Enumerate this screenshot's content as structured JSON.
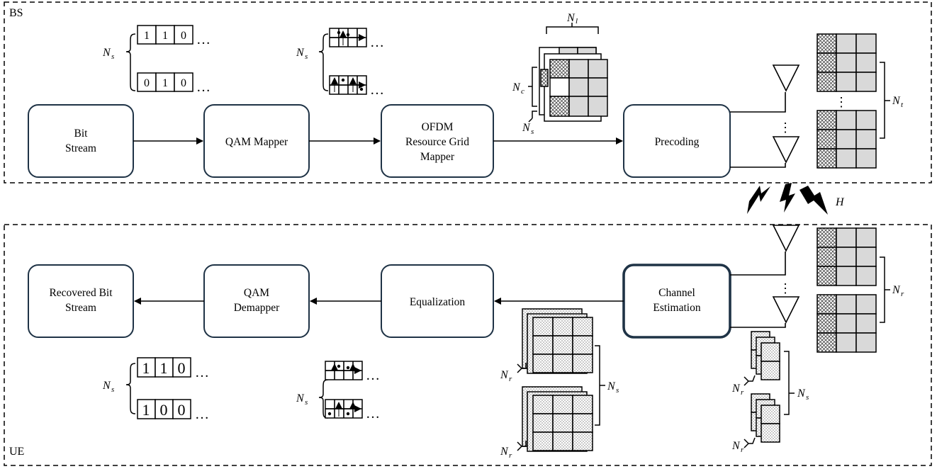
{
  "sections": {
    "bs_label": "BS",
    "ue_label": "UE"
  },
  "blocks": {
    "bit_stream": [
      "Bit",
      "Stream"
    ],
    "qam_mapper": [
      "QAM Mapper"
    ],
    "ofdm_mapper": [
      "OFDM",
      "Resource Grid",
      "Mapper"
    ],
    "precoding": [
      "Precoding"
    ],
    "channel_estimation": [
      "Channel",
      "Estimation"
    ],
    "equalization": [
      "Equalization"
    ],
    "qam_demapper": [
      "QAM",
      "Demapper"
    ],
    "recovered_bit_stream": [
      "Recovered Bit",
      "Stream"
    ]
  },
  "bits": {
    "bs_stream_1": [
      "1",
      "1",
      "0"
    ],
    "bs_stream_2": [
      "0",
      "1",
      "0"
    ],
    "ue_stream_1": [
      "1",
      "1",
      "0"
    ],
    "ue_stream_2": [
      "1",
      "0",
      "0"
    ],
    "ellipsis": "…"
  },
  "symbols": {
    "N": "N",
    "s": "s",
    "l": "l",
    "c": "c",
    "t": "t",
    "r": "r",
    "H": "H",
    "vdots": "⋮"
  },
  "colors": {
    "block_border": "#1f3346",
    "grid_gray": "#d9d9d9"
  }
}
